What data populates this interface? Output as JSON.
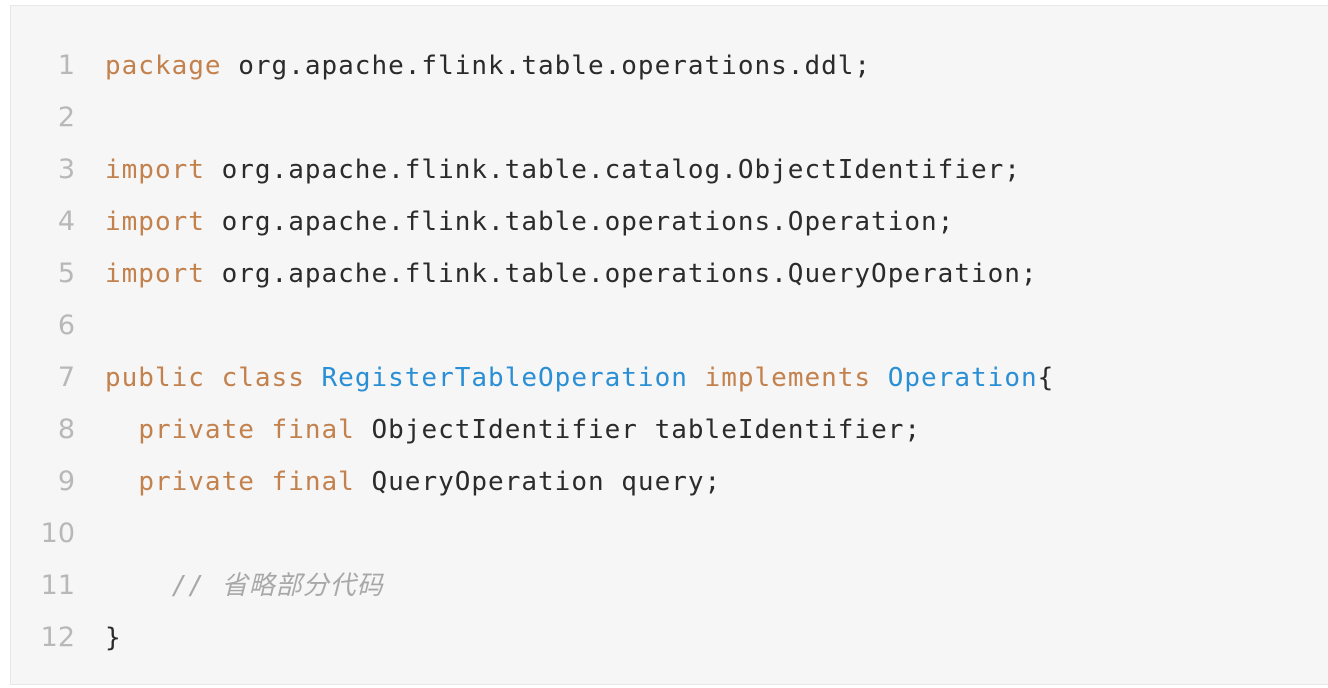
{
  "code_block": {
    "lines": [
      {
        "number": "1",
        "tokens": [
          {
            "text": "package",
            "kind": "keyword"
          },
          {
            "text": " org.apache.flink.table.operations.ddl;",
            "kind": "plain"
          }
        ]
      },
      {
        "number": "2",
        "tokens": []
      },
      {
        "number": "3",
        "tokens": [
          {
            "text": "import",
            "kind": "keyword"
          },
          {
            "text": " org.apache.flink.table.catalog.ObjectIdentifier;",
            "kind": "plain"
          }
        ]
      },
      {
        "number": "4",
        "tokens": [
          {
            "text": "import",
            "kind": "keyword"
          },
          {
            "text": " org.apache.flink.table.operations.Operation;",
            "kind": "plain"
          }
        ]
      },
      {
        "number": "5",
        "tokens": [
          {
            "text": "import",
            "kind": "keyword"
          },
          {
            "text": " org.apache.flink.table.operations.QueryOperation;",
            "kind": "plain"
          }
        ]
      },
      {
        "number": "6",
        "tokens": []
      },
      {
        "number": "7",
        "tokens": [
          {
            "text": "public",
            "kind": "keyword"
          },
          {
            "text": " ",
            "kind": "plain"
          },
          {
            "text": "class",
            "kind": "keyword"
          },
          {
            "text": " ",
            "kind": "plain"
          },
          {
            "text": "RegisterTableOperation",
            "kind": "type"
          },
          {
            "text": " ",
            "kind": "plain"
          },
          {
            "text": "implements",
            "kind": "keyword"
          },
          {
            "text": " ",
            "kind": "plain"
          },
          {
            "text": "Operation",
            "kind": "type"
          },
          {
            "text": "{",
            "kind": "plain"
          }
        ]
      },
      {
        "number": "8",
        "tokens": [
          {
            "text": "  ",
            "kind": "plain"
          },
          {
            "text": "private",
            "kind": "keyword"
          },
          {
            "text": " ",
            "kind": "plain"
          },
          {
            "text": "final",
            "kind": "keyword"
          },
          {
            "text": " ObjectIdentifier tableIdentifier;",
            "kind": "plain"
          }
        ]
      },
      {
        "number": "9",
        "tokens": [
          {
            "text": "  ",
            "kind": "plain"
          },
          {
            "text": "private",
            "kind": "keyword"
          },
          {
            "text": " ",
            "kind": "plain"
          },
          {
            "text": "final",
            "kind": "keyword"
          },
          {
            "text": " QueryOperation query;",
            "kind": "plain"
          }
        ]
      },
      {
        "number": "10",
        "tokens": []
      },
      {
        "number": "11",
        "tokens": [
          {
            "text": "    ",
            "kind": "plain"
          },
          {
            "text": "// 省略部分代码",
            "kind": "comment"
          }
        ]
      },
      {
        "number": "12",
        "tokens": [
          {
            "text": "}",
            "kind": "plain"
          }
        ]
      }
    ]
  },
  "colors": {
    "keyword": "#c3814d",
    "type": "#2a8fd4",
    "plain": "#2b2b2b",
    "comment": "#a8a8a8",
    "line_number": "#b8b8b8",
    "background": "#f6f6f6"
  }
}
